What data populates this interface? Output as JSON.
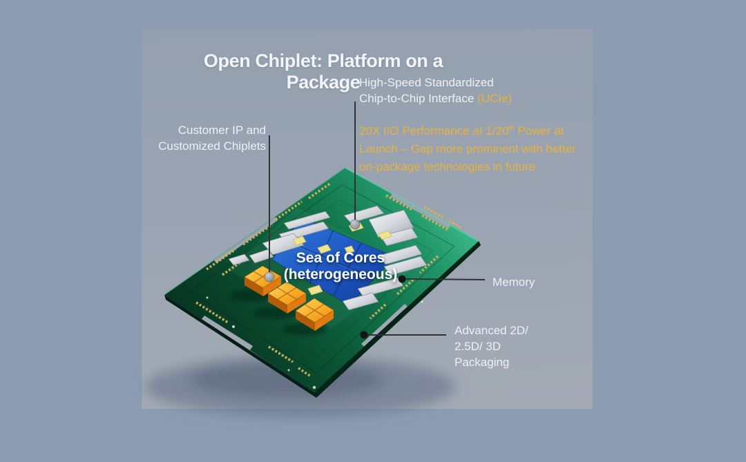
{
  "title": "Open Chiplet: Platform on a Package",
  "callouts": {
    "interface": {
      "line1": "High-Speed Standardized",
      "line2": "Chip-to-Chip Interface ",
      "highlight": "(UCIe)"
    },
    "performance": {
      "line1_start": "20X I/O Performance at 1/20",
      "line1_sup": "th",
      "line1_end": " Power at",
      "line2": "Launch – Gap more prominent with better",
      "line3": "on-package technologies in future"
    },
    "customer": {
      "line1": "Customer IP and",
      "line2": "Customized Chiplets"
    },
    "sea_of_cores": {
      "line1": "Sea of Cores",
      "line2": "(heterogeneous)"
    },
    "memory": {
      "label": "Memory"
    },
    "packaging": {
      "line1": "Advanced 2D/",
      "line2": "2.5D/ 3D",
      "line3": "Packaging"
    }
  },
  "colors": {
    "accent_amber": "#E9B23D",
    "text_white": "#EDF1F6",
    "leader_line": "#2E3136",
    "pcb_green_light": "#3FC193",
    "pcb_green_dark": "#06331F",
    "die_blue": "#1D55BE",
    "die_silver": "#D6D9DE",
    "die_orange": "#F29A1F",
    "background_outer": "#8C9DB3",
    "background_slide": "#99A3B1"
  }
}
